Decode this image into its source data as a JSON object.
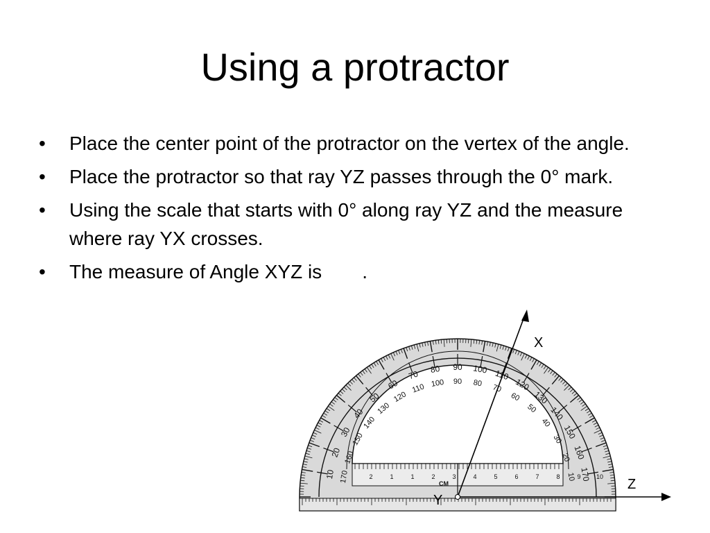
{
  "slide": {
    "title": "Using a protractor",
    "bullet_symbol": "•",
    "bullets": [
      "Place the center point of the protractor on the vertex of the angle.",
      "Place the protractor so that ray YZ passes through the 0° mark.",
      "Using the scale that starts with 0° along ray YZ and the measure where ray YX crosses.",
      "The measure of Angle XYZ is"
    ],
    "blank_suffix": "."
  },
  "diagram": {
    "point_labels": {
      "x": "X",
      "y": "Y",
      "z": "Z"
    },
    "protractor": {
      "cm_label": "CM",
      "outer_scale": [
        "10",
        "20",
        "30",
        "40",
        "50",
        "60",
        "70",
        "80",
        "90",
        "100",
        "110",
        "120",
        "130",
        "140",
        "150",
        "160",
        "170"
      ],
      "inner_scale": [
        "170",
        "160",
        "150",
        "140",
        "130",
        "120",
        "110",
        "100",
        "90",
        "80",
        "70",
        "60",
        "50",
        "40",
        "30",
        "20",
        "10"
      ],
      "ruler_numbers": [
        "2",
        "1",
        "1",
        "2",
        "3",
        "4",
        "5",
        "6",
        "7",
        "8",
        "9",
        "10"
      ],
      "color_body": "#d9d9d9",
      "color_ink": "#111111"
    }
  }
}
